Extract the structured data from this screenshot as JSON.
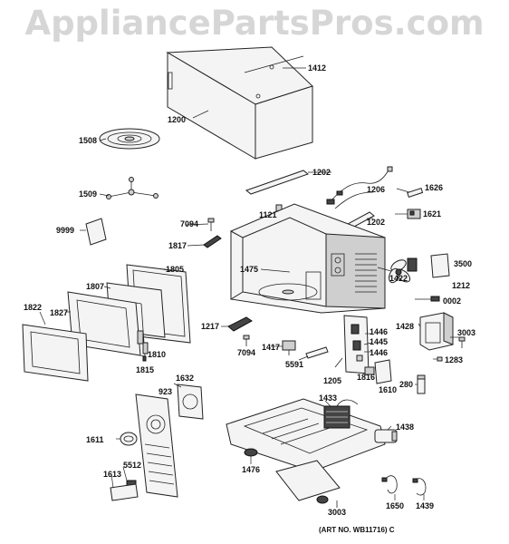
{
  "watermark": "AppliancePartsPros.com",
  "art_number": "(ART NO. WB11716) C",
  "callouts": {
    "c1200": "1200",
    "c1412": "1412",
    "c1508": "1508",
    "c1509": "1509",
    "c1202a": "1202",
    "c1206": "1206",
    "c1626": "1626",
    "c1621": "1621",
    "c1121": "1121",
    "c1202b": "1202",
    "c9999": "9999",
    "c7094a": "7094",
    "c1817": "1817",
    "c1805": "1805",
    "c3500": "3500",
    "c1475": "1475",
    "c1422": "1422",
    "c1212": "1212",
    "c0002": "0002",
    "c1822": "1822",
    "c1807": "1807",
    "c1827": "1827",
    "c1217": "1217",
    "c1446a": "1446",
    "c1445": "1445",
    "c1428": "1428",
    "c3003a": "3003",
    "c1810": "1810",
    "c7094b": "7094",
    "c1417": "1417",
    "c1446b": "1446",
    "c1815": "1815",
    "c5591": "5591",
    "c1283": "1283",
    "c1205": "1205",
    "c1816": "1816",
    "c1610": "1610",
    "c280": "280",
    "c1632": "1632",
    "c923": "923",
    "c1433": "1433",
    "c1438": "1438",
    "c1611": "1611",
    "c5512": "5512",
    "c1613": "1613",
    "c1476": "1476",
    "c3003b": "3003",
    "c1650": "1650",
    "c1439": "1439"
  }
}
